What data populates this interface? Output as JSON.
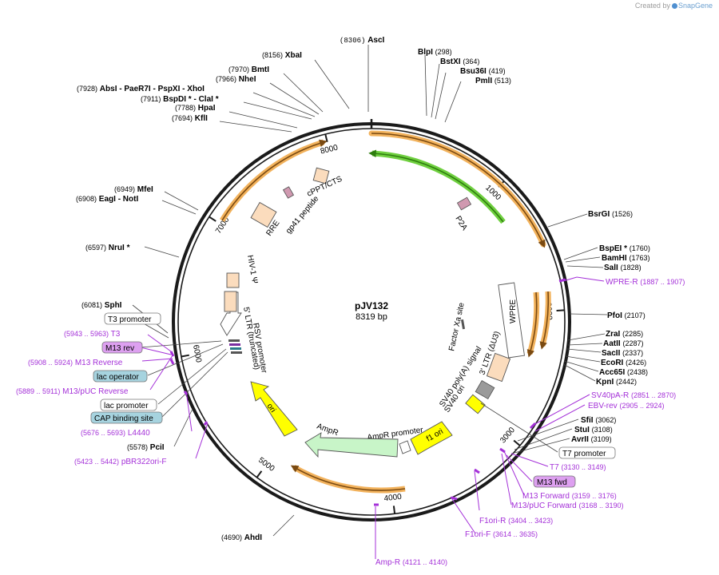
{
  "credit": {
    "prefix": "Created by",
    "brand": "SnapGene"
  },
  "plasmid": {
    "name": "pJV132",
    "size_label": "8319 bp",
    "length": 8319
  },
  "ruler_ticks": [
    {
      "bp": 1000,
      "label": "1000"
    },
    {
      "bp": 2000,
      "label": "2000"
    },
    {
      "bp": 3000,
      "label": "3000"
    },
    {
      "bp": 4000,
      "label": "4000"
    },
    {
      "bp": 5000,
      "label": "5000"
    },
    {
      "bp": 6000,
      "label": "6000"
    },
    {
      "bp": 7000,
      "label": "7000"
    },
    {
      "bp": 8000,
      "label": "8000"
    }
  ],
  "enzymes": [
    {
      "name": "AscI",
      "pos": "(8306)",
      "bp": 8306
    },
    {
      "name": "XbaI",
      "pos": "(8156)",
      "bp": 8156
    },
    {
      "name": "BmtI",
      "pos": "(7970)",
      "bp": 7970
    },
    {
      "name": "NheI",
      "pos": "(7966)",
      "bp": 7966
    },
    {
      "name": "AbsI - PaeR7I - PspXI - XhoI",
      "pos": "(7928)",
      "bp": 7928
    },
    {
      "name": "BspDI * - ClaI *",
      "pos": "(7911)",
      "bp": 7911
    },
    {
      "name": "HpaI",
      "pos": "(7788)",
      "bp": 7788
    },
    {
      "name": "KflI",
      "pos": "(7694)",
      "bp": 7694
    },
    {
      "name": "MfeI",
      "pos": "(6949)",
      "bp": 6949
    },
    {
      "name": "EagI - NotI",
      "pos": "(6908)",
      "bp": 6908
    },
    {
      "name": "NruI *",
      "pos": "(6597)",
      "bp": 6597
    },
    {
      "name": "SphI",
      "pos": "(6081)",
      "bp": 6081
    },
    {
      "name": "PciI",
      "pos": "(5578)",
      "bp": 5578
    },
    {
      "name": "AhdI",
      "pos": "(4690)",
      "bp": 4690
    },
    {
      "name": "BlpI",
      "pos": "(298)",
      "bp": 298
    },
    {
      "name": "BstXI",
      "pos": "(364)",
      "bp": 364
    },
    {
      "name": "Bsu36I",
      "pos": "(419)",
      "bp": 419
    },
    {
      "name": "PmlI",
      "pos": "(513)",
      "bp": 513
    },
    {
      "name": "BsrGI",
      "pos": "(1526)",
      "bp": 1526
    },
    {
      "name": "BspEI *",
      "pos": "(1760)",
      "bp": 1760
    },
    {
      "name": "BamHI",
      "pos": "(1763)",
      "bp": 1763
    },
    {
      "name": "SalI",
      "pos": "(1828)",
      "bp": 1828
    },
    {
      "name": "PfoI",
      "pos": "(2107)",
      "bp": 2107
    },
    {
      "name": "ZraI",
      "pos": "(2285)",
      "bp": 2285
    },
    {
      "name": "AatII",
      "pos": "(2287)",
      "bp": 2287
    },
    {
      "name": "SacII",
      "pos": "(2337)",
      "bp": 2337
    },
    {
      "name": "EcoRI",
      "pos": "(2426)",
      "bp": 2426
    },
    {
      "name": "Acc65I",
      "pos": "(2438)",
      "bp": 2438
    },
    {
      "name": "KpnI",
      "pos": "(2442)",
      "bp": 2442
    },
    {
      "name": "SfiI",
      "pos": "(3062)",
      "bp": 3062
    },
    {
      "name": "StuI",
      "pos": "(3108)",
      "bp": 3108
    },
    {
      "name": "AvrII",
      "pos": "(3109)",
      "bp": 3109
    }
  ],
  "primers": [
    {
      "name": "WPRE-R",
      "range": "(1887 .. 1907)",
      "bp": 1897
    },
    {
      "name": "SV40pA-R",
      "range": "(2851 .. 2870)",
      "bp": 2860
    },
    {
      "name": "EBV-rev",
      "range": "(2905 .. 2924)",
      "bp": 2914
    },
    {
      "name": "T7",
      "range": "(3130 .. 3149)",
      "bp": 3140
    },
    {
      "name": "M13 Forward",
      "range": "(3159 .. 3176)",
      "bp": 3168
    },
    {
      "name": "M13/pUC Forward",
      "range": "(3168 .. 3190)",
      "bp": 3179
    },
    {
      "name": "F1ori-R",
      "range": "(3404 .. 3423)",
      "bp": 3414
    },
    {
      "name": "F1ori-F",
      "range": "(3614 .. 3635)",
      "bp": 3625
    },
    {
      "name": "Amp-R",
      "range": "(4121 .. 4140)",
      "bp": 4130
    },
    {
      "name": "pBR322ori-F",
      "range": "(5423 .. 5442)",
      "bp": 5432
    },
    {
      "name": "L4440",
      "range": "(5676 .. 5693)",
      "bp": 5684
    },
    {
      "name": "M13/pUC Reverse",
      "range": "(5889 .. 5911)",
      "bp": 5900
    },
    {
      "name": "M13 Reverse",
      "range": "(5908 .. 5924)",
      "bp": 5916
    },
    {
      "name": "T3",
      "range": "(5943 .. 5963)",
      "bp": 5953
    }
  ],
  "boxed_labels": [
    {
      "name": "T3 promoter",
      "style": "plain"
    },
    {
      "name": "M13 rev",
      "style": "purple"
    },
    {
      "name": "lac operator",
      "style": "teal"
    },
    {
      "name": "lac promoter",
      "style": "plain"
    },
    {
      "name": "CAP binding site",
      "style": "teal"
    },
    {
      "name": "T7 promoter",
      "style": "plain"
    },
    {
      "name": "M13 fwd",
      "style": "purple"
    }
  ],
  "features": [
    {
      "name": "P2A"
    },
    {
      "name": "WPRE"
    },
    {
      "name": "Factor Xa site"
    },
    {
      "name": "3' LTR (ΔU3)"
    },
    {
      "name": "SV40 poly(A) signal"
    },
    {
      "name": "SV40 ori"
    },
    {
      "name": "f1 ori"
    },
    {
      "name": "AmpR promoter"
    },
    {
      "name": "AmpR"
    },
    {
      "name": "ori"
    },
    {
      "name": "RSV promoter"
    },
    {
      "name": "5' LTR (truncated)"
    },
    {
      "name": "HIV-1 Ψ"
    },
    {
      "name": "RRE"
    },
    {
      "name": "gp41 peptide"
    },
    {
      "name": "cPPT/CTS"
    }
  ],
  "colors": {
    "backbone": "#1a1a1a",
    "orf_orange": "#f2b25c",
    "orf_dark": "#7a4a12",
    "p2a_green": "#6fcf3f",
    "primer_purple": "#a430d8",
    "feature_beige": "#fbdcbd",
    "ori_yellow": "#ffff00",
    "ampr_green": "#c8f5c8",
    "gray_feature": "#9a9a9a",
    "teal_box": "#a6d3df",
    "purple_box": "#dda0f0"
  }
}
